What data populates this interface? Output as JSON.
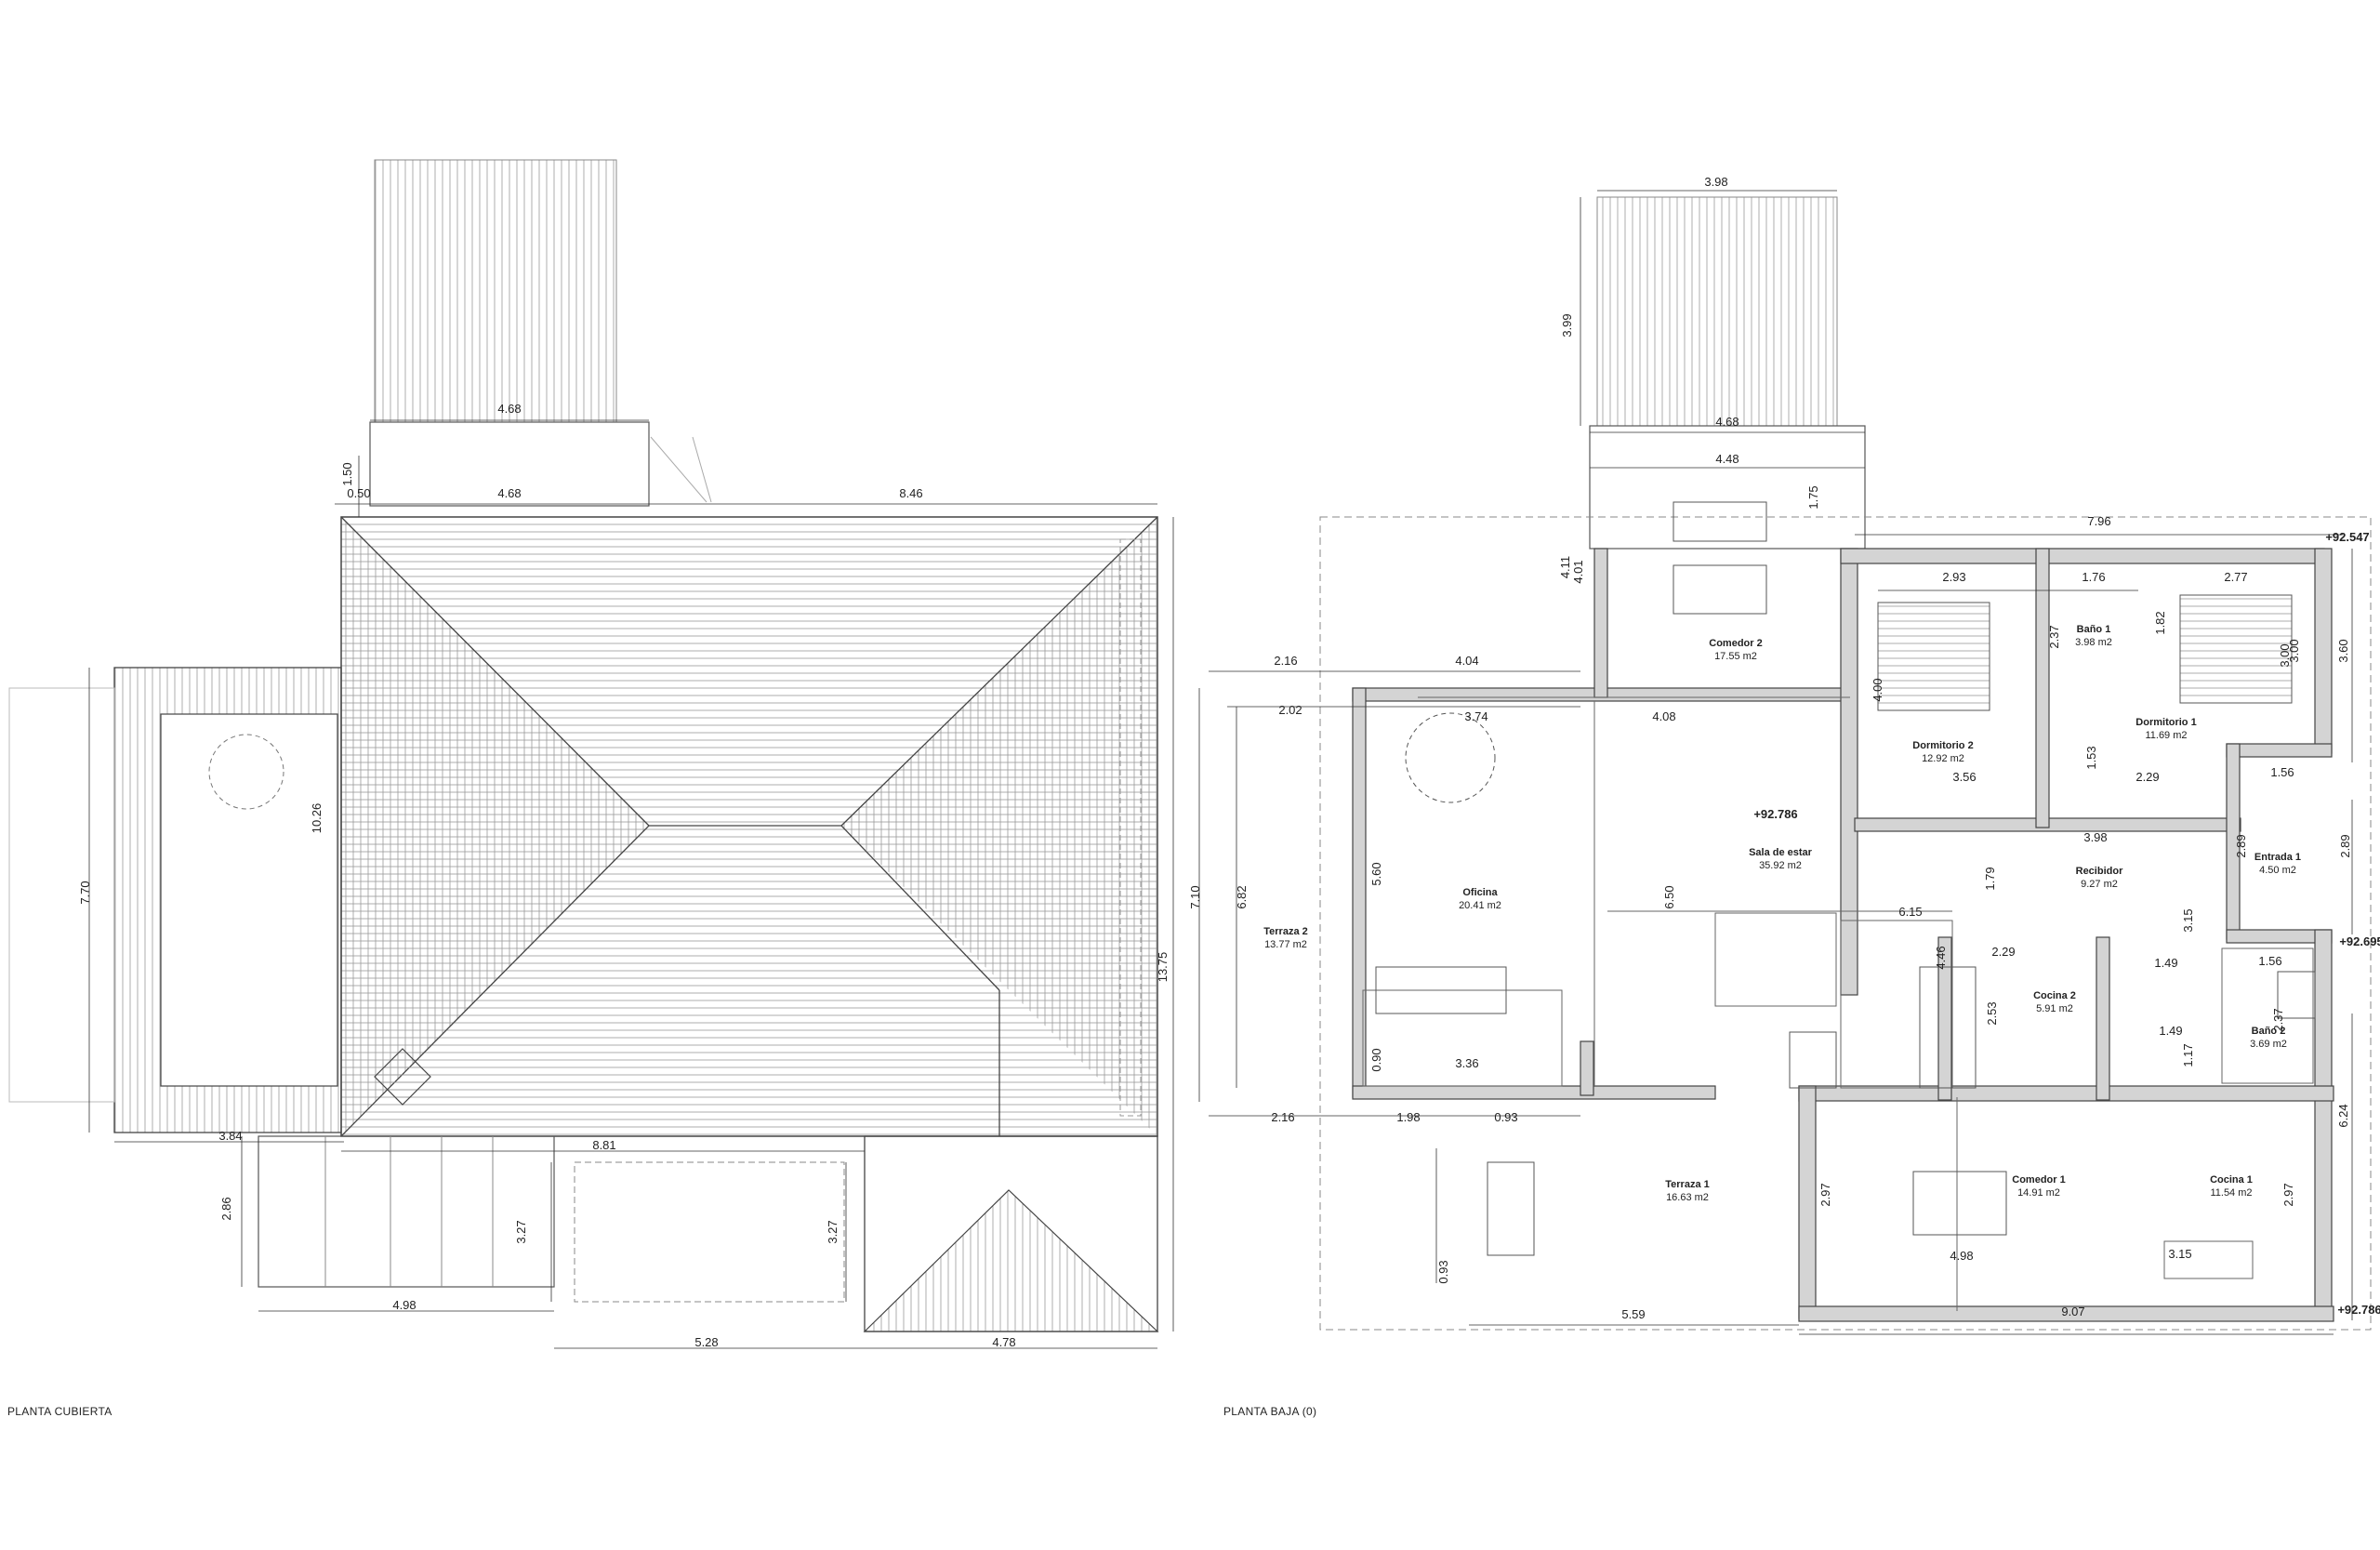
{
  "plans": {
    "roof": {
      "caption": "PLANTA CUBIERTA",
      "dims": [
        "4.68",
        "1.50",
        "0.50",
        "4.68",
        "8.46",
        "7.70",
        "10.26",
        "13.75",
        "3.84",
        "8.81",
        "2.86",
        "3.27",
        "3.27",
        "4.98",
        "5.28",
        "4.78"
      ]
    },
    "ground": {
      "caption": "PLANTA BAJA (0)",
      "dims": [
        "3.98",
        "3.99",
        "4.68",
        "4.48",
        "4.11",
        "4.01",
        "1.75",
        "7.96",
        "2.93",
        "1.76",
        "2.77",
        "2.16",
        "4.04",
        "2.02",
        "3.74",
        "4.08",
        "3.56",
        "2.29",
        "1.56",
        "3.98",
        "7.10",
        "6.82",
        "5.60",
        "6.50",
        "6.15",
        "4.46",
        "1.79",
        "3.15",
        "2.29",
        "1.49",
        "1.49",
        "1.56",
        "2.53",
        "1.17",
        "2.37",
        "0.90",
        "3.36",
        "2.16",
        "1.98",
        "0.93",
        "2.97",
        "4.98",
        "2.97",
        "3.15",
        "0.93",
        "5.59",
        "9.07",
        "3.60",
        "2.89",
        "2.89",
        "6.24",
        "3.00",
        "1.82",
        "2.37",
        "4.00",
        "1.53",
        "3.00"
      ],
      "levels": [
        "+92.547",
        "+92.695",
        "+92.786",
        "+92.786"
      ],
      "rooms": [
        {
          "name": "Comedor 2",
          "area": "17.55 m2"
        },
        {
          "name": "Baño 1",
          "area": "3.98 m2"
        },
        {
          "name": "Dormitorio 1",
          "area": "11.69 m2"
        },
        {
          "name": "Dormitorio 2",
          "area": "12.92 m2"
        },
        {
          "name": "Sala de estar",
          "area": "35.92 m2"
        },
        {
          "name": "Oficina",
          "area": "20.41 m2"
        },
        {
          "name": "Terraza 2",
          "area": "13.77 m2"
        },
        {
          "name": "Recibidor",
          "area": "9.27 m2"
        },
        {
          "name": "Entrada 1",
          "area": "4.50 m2"
        },
        {
          "name": "Cocina 2",
          "area": "5.91 m2"
        },
        {
          "name": "Baño 2",
          "area": "3.69 m2"
        },
        {
          "name": "Terraza 1",
          "area": "16.63 m2"
        },
        {
          "name": "Comedor 1",
          "area": "14.91 m2"
        },
        {
          "name": "Cocina 1",
          "area": "11.54 m2"
        }
      ]
    }
  },
  "colors": {
    "line": "#333333",
    "light": "#9a9a9a",
    "wall": "#d4d4d4",
    "wallStroke": "#444444"
  }
}
